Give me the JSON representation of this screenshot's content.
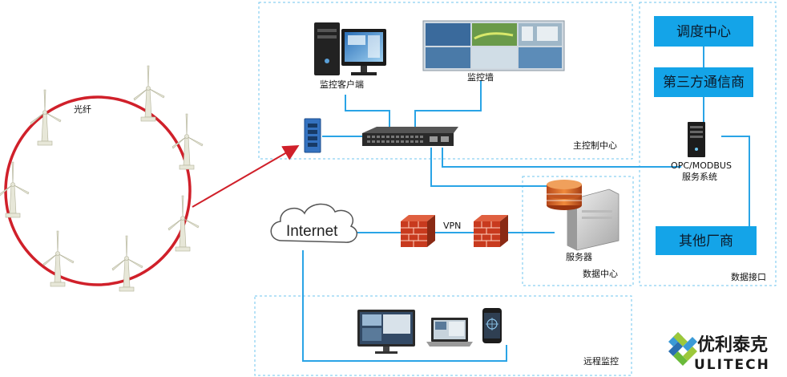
{
  "labels": {
    "fiber": "光纤",
    "monitor_client": "监控客户端",
    "monitor_wall": "监控墙",
    "main_control_center": "主控制中心",
    "vpn": "VPN",
    "server": "服务器",
    "data_center": "数据中心",
    "remote_monitoring": "远程监控",
    "internet": "Internet",
    "opc_line1": "OPC/MODBUS",
    "opc_line2": "服务系统",
    "data_interface": "数据接口"
  },
  "boxes": {
    "dispatch_center": "调度中心",
    "third_party_telecom": "第三方通信商",
    "other_vendors": "其他厂商"
  },
  "logo": {
    "chinese": "优利泰克",
    "english": "ULITECH"
  },
  "colors": {
    "blue_link": "#2aa4e6",
    "red_ring": "#d0202a",
    "box_fill": "#14a4e8",
    "dashed_frame": "#6fc6ef"
  }
}
